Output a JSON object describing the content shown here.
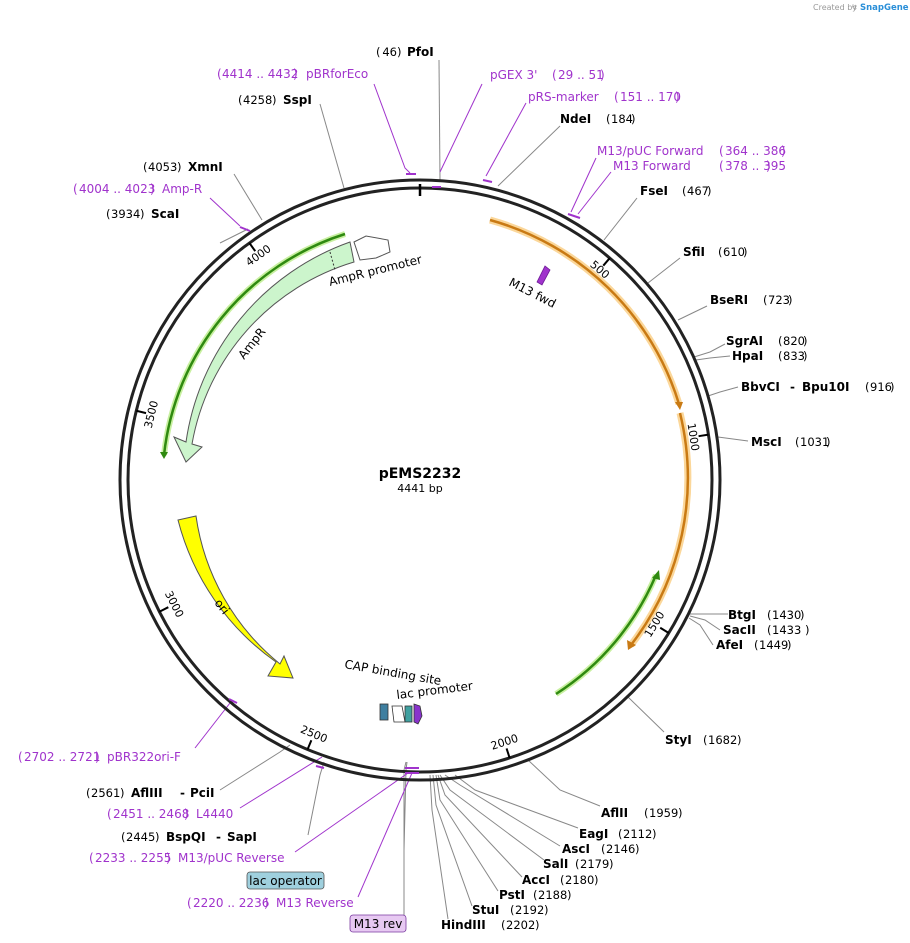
{
  "credit": {
    "created_by": "Created by",
    "brand": "SnapGene"
  },
  "plasmid": {
    "name": "pEMS2232",
    "length": "4441 bp"
  },
  "ticks": [
    {
      "label": "500",
      "pos": 500
    },
    {
      "label": "1000",
      "pos": 1000
    },
    {
      "label": "1500",
      "pos": 1500
    },
    {
      "label": "2000",
      "pos": 2000
    },
    {
      "label": "2500",
      "pos": 2500
    },
    {
      "label": "3000",
      "pos": 3000
    },
    {
      "label": "3500",
      "pos": 3500
    },
    {
      "label": "4000",
      "pos": 4000
    }
  ],
  "sites": [
    {
      "name": "PfoI",
      "pos": "46"
    },
    {
      "name": "NdeI",
      "pos": "184"
    },
    {
      "name": "FseI",
      "pos": "467"
    },
    {
      "name": "SfiI",
      "pos": "610"
    },
    {
      "name": "BseRI",
      "pos": "723"
    },
    {
      "name": "SgrAI",
      "pos": "820"
    },
    {
      "name": "HpaI",
      "pos": "833"
    },
    {
      "name": "BbvCI",
      "name2": "Bpu10I",
      "pos": "916"
    },
    {
      "name": "MscI",
      "pos": "1031"
    },
    {
      "name": "BtgI",
      "pos": "1430"
    },
    {
      "name": "SacII",
      "pos": "1433"
    },
    {
      "name": "AfeI",
      "pos": "1449"
    },
    {
      "name": "StyI",
      "pos": "1682"
    },
    {
      "name": "AflII",
      "pos": "1959"
    },
    {
      "name": "EagI",
      "pos": "2112"
    },
    {
      "name": "AscI",
      "pos": "2146"
    },
    {
      "name": "SalI",
      "pos": "2179"
    },
    {
      "name": "AccI",
      "pos": "2180"
    },
    {
      "name": "PstI",
      "pos": "2188"
    },
    {
      "name": "StuI",
      "pos": "2192"
    },
    {
      "name": "HindIII",
      "pos": "2202"
    },
    {
      "name": "BspQI",
      "name2": "SapI",
      "pos": "2445"
    },
    {
      "name": "AflIII",
      "name2": "PciI",
      "pos": "2561"
    },
    {
      "name": "ScaI",
      "pos": "3934"
    },
    {
      "name": "XmnI",
      "pos": "4053"
    },
    {
      "name": "SspI",
      "pos": "4258"
    }
  ],
  "primers": [
    {
      "name": "pBRforEco",
      "range": "4414 .. 4432"
    },
    {
      "name": "pGEX 3'",
      "range": "29 .. 51"
    },
    {
      "name": "pRS-marker",
      "range": "151 .. 170"
    },
    {
      "name": "M13/pUC Forward",
      "range": "364 .. 386"
    },
    {
      "name": "M13 Forward",
      "range": "378 .. 395"
    },
    {
      "name": "Amp-R",
      "range": "4004 .. 4023"
    },
    {
      "name": "pBR322ori-F",
      "range": "2702 .. 2721"
    },
    {
      "name": "L4440",
      "range": "2451 .. 2468"
    },
    {
      "name": "M13/pUC Reverse",
      "range": "2233 .. 2255"
    },
    {
      "name": "M13 Reverse",
      "range": "2220 .. 2236"
    }
  ],
  "features": {
    "m13_fwd": "M13 fwd",
    "ampr_promoter": "AmpR promoter",
    "ampr": "AmpR",
    "ori": "ori",
    "cap_site": "CAP binding site",
    "lac_promoter": "lac promoter",
    "lac_operator": "lac operator",
    "m13_rev": "M13 rev"
  },
  "colors": {
    "backbone": "#222222",
    "primer": "#a033cc",
    "orange_orf": "#c97a14",
    "green_orf": "#2f8a10",
    "ampr_fill": "#ccf5cc",
    "ori_fill": "#ffff00",
    "lac_operator_fill": "#9fd0de",
    "m13_rev_fill": "#e7c9f2"
  }
}
